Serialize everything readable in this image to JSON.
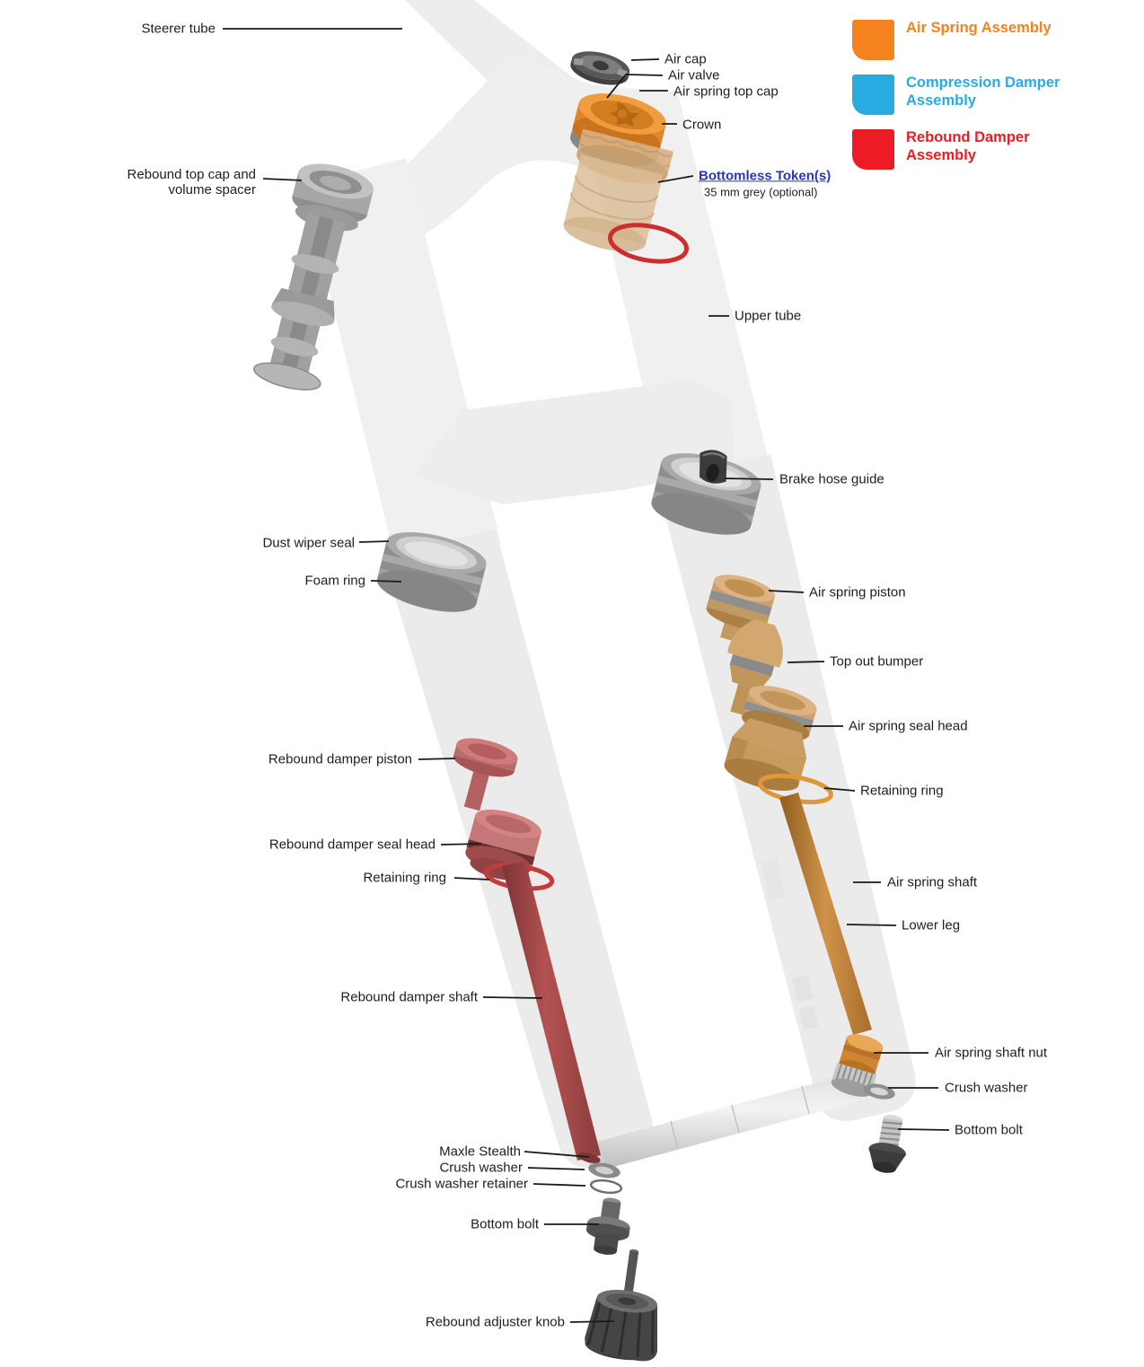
{
  "legend": {
    "items": [
      {
        "id": "air-spring",
        "label": "Air Spring Assembly",
        "color": "#F5821F"
      },
      {
        "id": "compression-damper",
        "label": "Compression Damper Assembly",
        "color": "#29ABE2"
      },
      {
        "id": "rebound-damper",
        "label": "Rebound Damper Assembly",
        "color": "#ED1C24"
      }
    ]
  },
  "callouts": {
    "steerer_tube": "Steerer tube",
    "rebound_top_cap_line1": "Rebound top cap and",
    "rebound_top_cap_line2": "volume spacer",
    "dust_wiper_seal": "Dust wiper seal",
    "foam_ring": "Foam ring",
    "rebound_damper_piston": "Rebound damper piston",
    "rebound_damper_seal_head": "Rebound damper seal head",
    "retaining_ring_left": "Retaining ring",
    "rebound_damper_shaft": "Rebound damper shaft",
    "maxle_stealth": "Maxle Stealth",
    "crush_washer_left": "Crush washer",
    "crush_washer_retainer": "Crush washer retainer",
    "bottom_bolt_left": "Bottom bolt",
    "rebound_adjuster_knob": "Rebound adjuster knob",
    "air_cap": "Air cap",
    "air_valve": "Air valve",
    "air_spring_top_cap": "Air spring top cap",
    "crown": "Crown",
    "bottomless_tokens": "Bottomless Token(s)",
    "bottomless_tokens_note": "35 mm grey (optional)",
    "upper_tube": "Upper tube",
    "brake_hose_guide": "Brake hose guide",
    "air_spring_piston": "Air spring piston",
    "top_out_bumper": "Top out bumper",
    "air_spring_seal_head": "Air spring seal head",
    "retaining_ring_right": "Retaining ring",
    "air_spring_shaft": "Air spring shaft",
    "lower_leg": "Lower leg",
    "air_spring_shaft_nut": "Air spring shaft nut",
    "crush_washer_right": "Crush washer",
    "bottom_bolt_right": "Bottom bolt"
  },
  "colors": {
    "air_spring_accent": "#F5821F",
    "compression_accent": "#29ABE2",
    "rebound_accent": "#ED1C24",
    "link_blue": "#2B33C5",
    "label_text": "#1E1E1E"
  }
}
